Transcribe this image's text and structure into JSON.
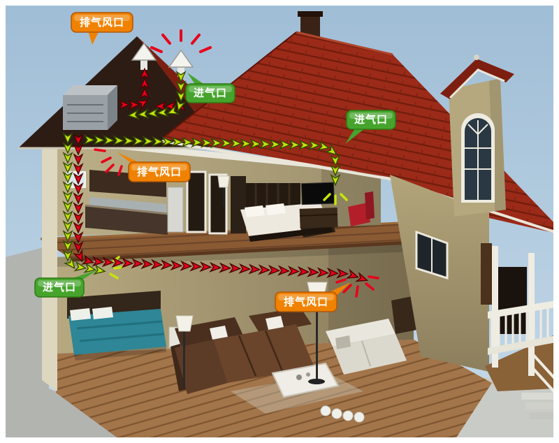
{
  "labels": [
    {
      "text": "排气风口",
      "type": "exhaust"
    },
    {
      "text": "进气口",
      "type": "intake"
    },
    {
      "text": "进气口",
      "type": "intake"
    },
    {
      "text": "排气风口",
      "type": "exhaust"
    },
    {
      "text": "进气口",
      "type": "intake"
    },
    {
      "text": "排气风口",
      "type": "exhaust"
    }
  ],
  "airflow": {
    "exhaust_color": "#e8001a",
    "exhaust_outline": "#4a0303",
    "intake_color": "#c6e30c",
    "intake_outline": "#314d00"
  },
  "label_colors": {
    "exhaust_bg": "#f08200",
    "intake_bg": "#46a42c"
  }
}
